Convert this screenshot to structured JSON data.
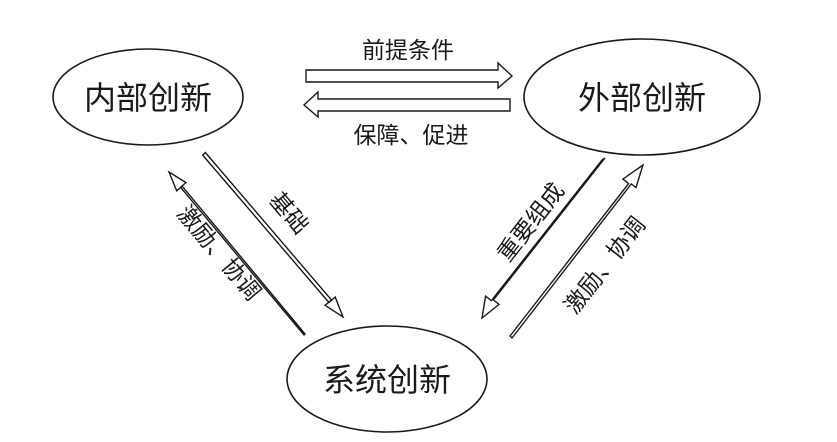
{
  "nodes": {
    "internal": "内部创新",
    "external": "外部创新",
    "system": "系统创新"
  },
  "edges": {
    "internal_to_external": "前提条件",
    "external_to_internal": "保障、促进",
    "internal_to_system": "基础",
    "system_to_internal": "激励、协调",
    "external_to_system": "重要组成",
    "system_to_external": "激励、协调"
  },
  "colors": {
    "stroke": "#1a1a1a",
    "background": "#ffffff"
  }
}
